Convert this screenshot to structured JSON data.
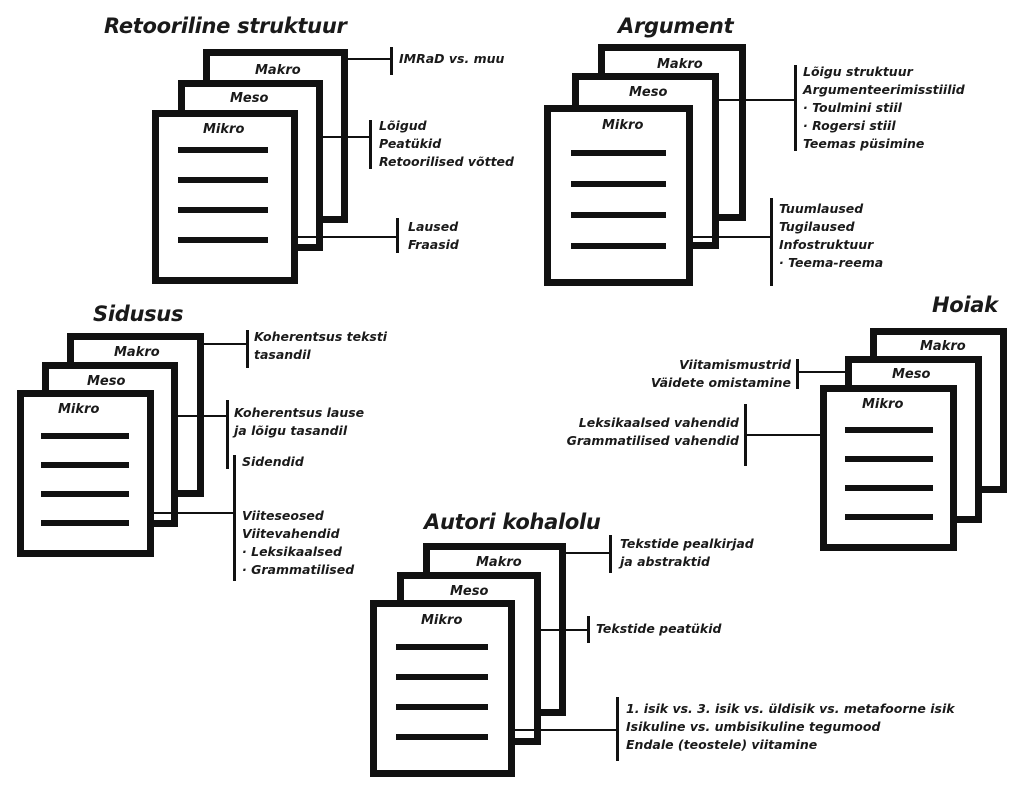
{
  "levels": {
    "macro": "Makro",
    "meso": "Meso",
    "micro": "Mikro"
  },
  "groups": {
    "retooriline": {
      "title": "Retooriline struktuur",
      "macro_notes": [
        "IMRaD vs. muu"
      ],
      "meso_notes": [
        "Lõigud",
        "Peatükid",
        "Retoorilised võtted"
      ],
      "micro_notes": [
        "Laused",
        "Fraasid"
      ]
    },
    "argument": {
      "title": "Argument",
      "meso_notes": [
        "Lõigu struktuur",
        "Argumenteerimisstiilid",
        "· Toulmini stiil",
        "· Rogersi stiil",
        "Teemas püsimine"
      ],
      "micro_notes": [
        "Tuumlaused",
        "Tugilaused",
        "Infostruktuur",
        "· Teema-reema"
      ]
    },
    "sidusus": {
      "title": "Sidusus",
      "macro_notes": [
        "Koherentsus teksti",
        "tasandil"
      ],
      "meso_notes": [
        "Koherentsus lause",
        "ja lõigu tasandil"
      ],
      "micro_notes": [
        "Sidendid",
        "",
        "",
        "Viiteseosed",
        "Viitevahendid",
        "· Leksikaalsed",
        "· Grammatilised"
      ]
    },
    "hoiak": {
      "title": "Hoiak",
      "meso_notes": [
        "Viitamismustrid",
        "Väidete omistamine"
      ],
      "micro_notes": [
        "Leksikaalsed vahendid",
        "Grammatilised vahendid"
      ]
    },
    "autori": {
      "title": "Autori kohalolu",
      "macro_notes": [
        "Tekstide pealkirjad",
        "ja abstraktid"
      ],
      "meso_notes": [
        "Tekstide peatükid"
      ],
      "micro_notes": [
        "1. isik vs. 3. isik vs. üldisik vs. metafoorne isik",
        "Isikuline vs. umbisikuline tegumood",
        "Endale (teostele) viitamine"
      ]
    }
  }
}
